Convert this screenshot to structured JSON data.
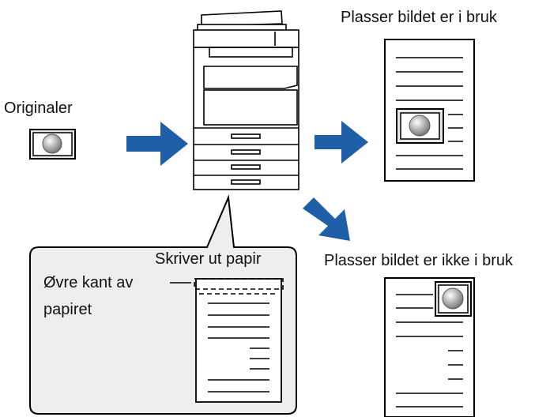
{
  "labels": {
    "originals": "Originaler",
    "placement_used": "Plasser bildet er i bruk",
    "placement_not_used": "Plasser bildet er ikke i bruk",
    "printing_paper": "Skriver ut papir",
    "top_edge_line1": "Øvre kant av",
    "top_edge_line2": "papiret"
  },
  "colors": {
    "arrow": "#1f5fa8",
    "stroke": "#000000",
    "panel_fill": "#eeeeee",
    "machine_fill": "#ffffff"
  }
}
